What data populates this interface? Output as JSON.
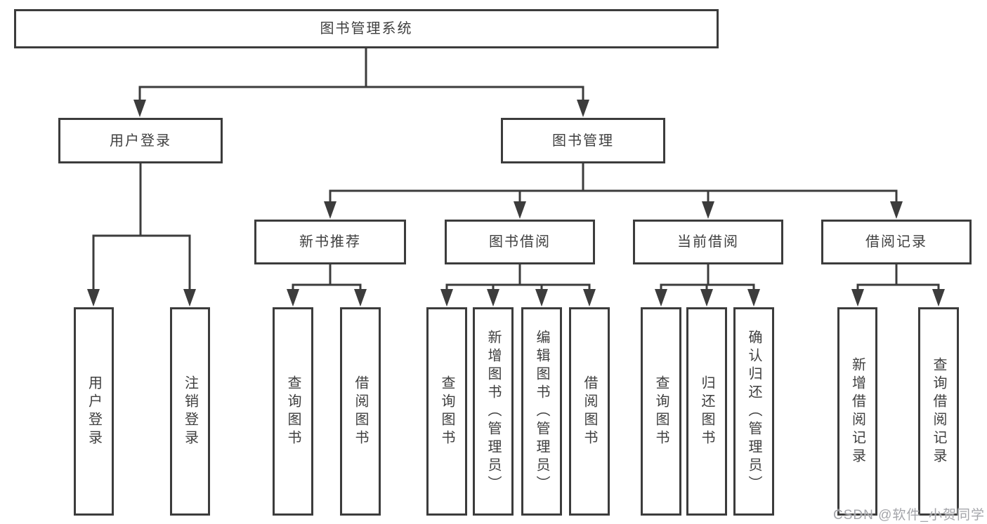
{
  "tree": {
    "root": {
      "label": "图书管理系统"
    },
    "children": [
      {
        "label": "用户登录",
        "children": [
          {
            "label": "用户登录"
          },
          {
            "label": "注销登录"
          }
        ]
      },
      {
        "label": "图书管理",
        "children": [
          {
            "label": "新书推荐",
            "children": [
              {
                "label": "查询图书"
              },
              {
                "label": "借阅图书"
              }
            ]
          },
          {
            "label": "图书借阅",
            "children": [
              {
                "label": "查询图书"
              },
              {
                "label": "新增图书（管理员）"
              },
              {
                "label": "编辑图书（管理员）"
              },
              {
                "label": "借阅图书"
              }
            ]
          },
          {
            "label": "当前借阅",
            "children": [
              {
                "label": "查询图书"
              },
              {
                "label": "归还图书"
              },
              {
                "label": "确认归还（管理员）"
              }
            ]
          },
          {
            "label": "借阅记录",
            "children": [
              {
                "label": "新增借阅记录"
              },
              {
                "label": "查询借阅记录"
              }
            ]
          }
        ]
      }
    ]
  },
  "watermark": "CSDN @软件_小贺同学",
  "colors": {
    "line": "#3c3c3c",
    "text": "#3f3f3f",
    "background": "#ffffff",
    "watermark": "#a4a5aa"
  }
}
